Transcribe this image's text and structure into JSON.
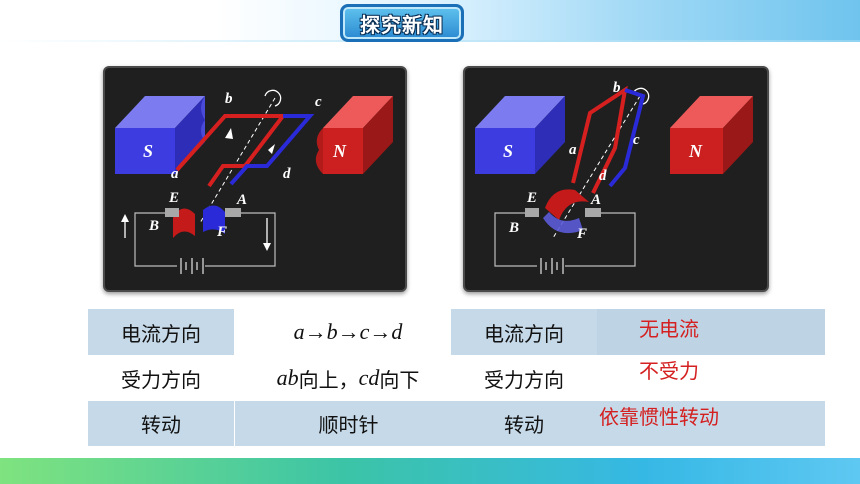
{
  "header": {
    "title": "探究新知"
  },
  "diagram_left": {
    "magnet_left": "S",
    "magnet_right": "N",
    "labels": {
      "a": "a",
      "b": "b",
      "c": "c",
      "d": "d",
      "E": "E",
      "A": "A",
      "B": "B",
      "F": "F"
    }
  },
  "diagram_right": {
    "magnet_left": "S",
    "magnet_right": "N",
    "labels": {
      "a": "a",
      "b": "b",
      "c": "c",
      "d": "d",
      "E": "E",
      "A": "A",
      "B": "B",
      "F": "F"
    }
  },
  "table_left": {
    "rows": [
      {
        "label": "电流方向",
        "value": "a→b→c→d"
      },
      {
        "label": "受力方向",
        "value_italic_1": "ab",
        "value_text_1": "向上，",
        "value_italic_2": "cd",
        "value_text_2": "向下"
      },
      {
        "label": "转动",
        "value": "顺时针"
      }
    ]
  },
  "table_right": {
    "rows": [
      {
        "label": "电流方向",
        "value": "无电流"
      },
      {
        "label": "受力方向",
        "value": "不受力"
      },
      {
        "label": "转动",
        "value": "依靠惯性转动"
      }
    ]
  }
}
